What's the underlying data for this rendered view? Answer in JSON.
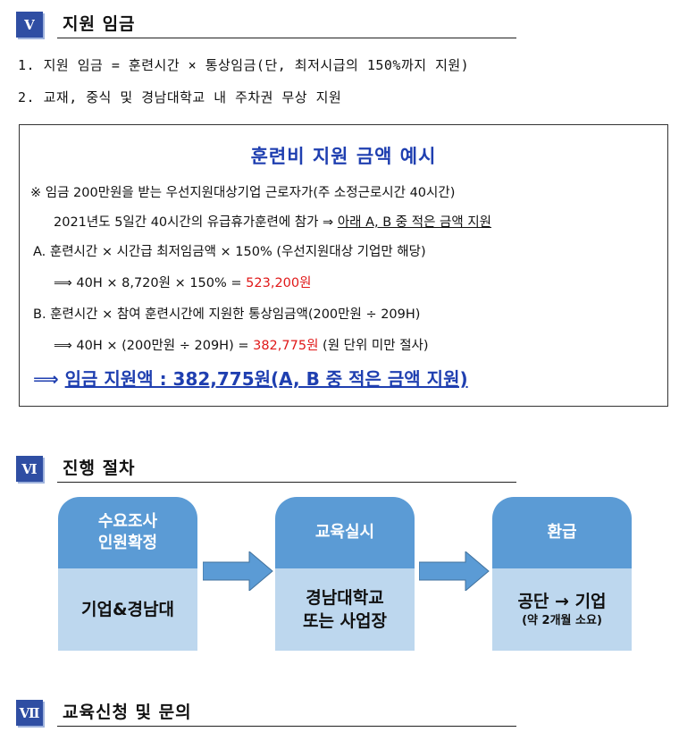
{
  "section5": {
    "numeral": "Ⅴ",
    "title": "지원 임금",
    "items": [
      "1. 지원 임금 = 훈련시간 × 통상임금(단, 최저시급의 150%까지 지원)",
      "2. 교재, 중식 및 경남대학교 내 주차권 무상 지원"
    ]
  },
  "example": {
    "title": "훈련비 지원 금액 예시",
    "line1": "※ 임금 200만원을 받는 우선지원대상기업 근로자가(주 소정근로시간 40시간)",
    "line2_a": "2021년도 5일간 40시간의 유급휴가훈련에 참가 ⇒ ",
    "line2_b": "아래 A, B 중 적은 금액 지원",
    "lineA": "A. 훈련시간 × 시간급 최저임금액 × 150% (우선지원대상 기업만 해당)",
    "calcA_pre": "⟹ 40H ×  8,720원 × 150% = ",
    "calcA_result": "523,200원",
    "lineB": "B. 훈련시간 × 참여 훈련시간에 지원한 통상임금액(200만원 ÷ 209H)",
    "calcB_pre": "⟹ 40H × (200만원 ÷ 209H) = ",
    "calcB_result": "382,775원",
    "calcB_post": " (원 단위 미만 절사)",
    "final_arrow": "⟹ ",
    "final_text": "임금 지원액 : 382,775원(A, B 중 적은 금액 지원)"
  },
  "section6": {
    "numeral": "Ⅵ",
    "title": "진행 절차",
    "steps": [
      {
        "top_line1": "수요조사",
        "top_line2": "인원확정",
        "bottom_main": "기업&경남대",
        "bottom_main2": "",
        "bottom_sub": ""
      },
      {
        "top_line1": "교육실시",
        "top_line2": "",
        "bottom_main": "경남대학교",
        "bottom_main2": "또는 사업장",
        "bottom_sub": ""
      },
      {
        "top_line1": "환급",
        "top_line2": "",
        "bottom_main": "공단 → 기업",
        "bottom_main2": "",
        "bottom_sub": "(약 2개월 소요)"
      }
    ]
  },
  "section7": {
    "numeral": "Ⅶ",
    "title": "교육신청 및 문의"
  },
  "colors": {
    "badge": "#2f4ea3",
    "accent_blue": "#1f3fb0",
    "highlight_red": "#e01818",
    "step_top": "#5b9bd5",
    "step_bottom": "#bdd7ee"
  }
}
